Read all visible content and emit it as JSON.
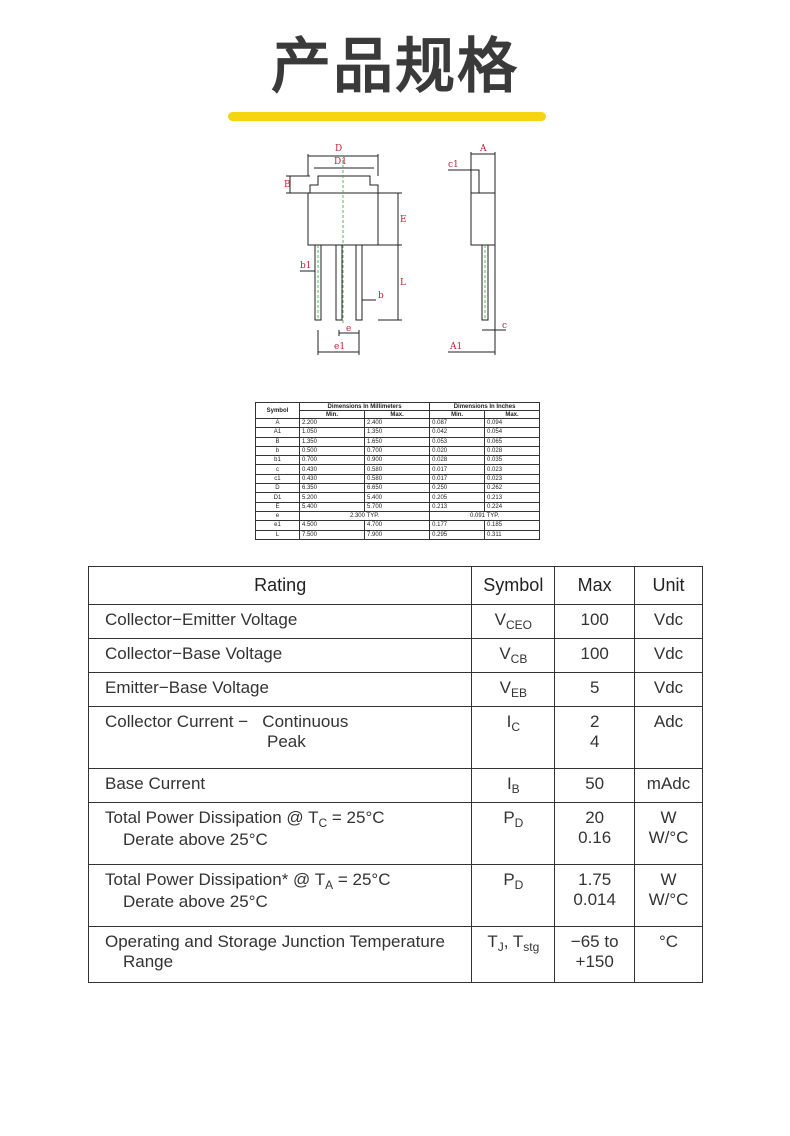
{
  "page": {
    "title": "产品规格",
    "accent_color": "#f5d410"
  },
  "drawing": {
    "labels": {
      "D": "D",
      "D1": "D1",
      "B": "B",
      "E": "E",
      "b1": "b1",
      "b": "b",
      "L": "L",
      "e": "e",
      "e1": "e1",
      "c1": "c1",
      "A": "A",
      "c": "c",
      "A1": "A1"
    },
    "label_color": "#c0203a"
  },
  "dimensions_table": {
    "header": {
      "symbol": "Symbol",
      "mm": "Dimensions In Millimeters",
      "inch": "Dimensions In Inches",
      "min": "Min.",
      "max": "Max."
    },
    "rows": [
      {
        "symbol": "A",
        "mm_min": "2.200",
        "mm_max": "2.400",
        "in_min": "0.087",
        "in_max": "0.094"
      },
      {
        "symbol": "A1",
        "mm_min": "1.050",
        "mm_max": "1.350",
        "in_min": "0.042",
        "in_max": "0.054"
      },
      {
        "symbol": "B",
        "mm_min": "1.350",
        "mm_max": "1.650",
        "in_min": "0.053",
        "in_max": "0.065"
      },
      {
        "symbol": "b",
        "mm_min": "0.500",
        "mm_max": "0.700",
        "in_min": "0.020",
        "in_max": "0.028"
      },
      {
        "symbol": "b1",
        "mm_min": "0.700",
        "mm_max": "0.900",
        "in_min": "0.028",
        "in_max": "0.035"
      },
      {
        "symbol": "c",
        "mm_min": "0.430",
        "mm_max": "0.580",
        "in_min": "0.017",
        "in_max": "0.023"
      },
      {
        "symbol": "c1",
        "mm_min": "0.430",
        "mm_max": "0.580",
        "in_min": "0.017",
        "in_max": "0.023"
      },
      {
        "symbol": "D",
        "mm_min": "6.350",
        "mm_max": "6.650",
        "in_min": "0.250",
        "in_max": "0.262"
      },
      {
        "symbol": "D1",
        "mm_min": "5.200",
        "mm_max": "5.400",
        "in_min": "0.205",
        "in_max": "0.213"
      },
      {
        "symbol": "E",
        "mm_min": "5.400",
        "mm_max": "5.700",
        "in_min": "0.213",
        "in_max": "0.224"
      },
      {
        "symbol": "e",
        "mm_typ": "2.300 TYP.",
        "in_typ": "0.091 TYP."
      },
      {
        "symbol": "e1",
        "mm_min": "4.500",
        "mm_max": "4.700",
        "in_min": "0.177",
        "in_max": "0.185"
      },
      {
        "symbol": "L",
        "mm_min": "7.500",
        "mm_max": "7.900",
        "in_min": "0.295",
        "in_max": "0.311"
      }
    ]
  },
  "ratings_table": {
    "headers": {
      "rating": "Rating",
      "symbol": "Symbol",
      "max": "Max",
      "unit": "Unit"
    },
    "rows": [
      {
        "rating": "Collector−Emitter Voltage",
        "sym_main": "V",
        "sym_sub": "CEO",
        "max": "100",
        "unit": "Vdc"
      },
      {
        "rating": "Collector−Base Voltage",
        "sym_main": "V",
        "sym_sub": "CB",
        "max": "100",
        "unit": "Vdc"
      },
      {
        "rating": "Emitter−Base Voltage",
        "sym_main": "V",
        "sym_sub": "EB",
        "max": "5",
        "unit": "Vdc"
      },
      {
        "rating": "Collector Current −   Continuous",
        "rating2": "Peak",
        "sym_main": "I",
        "sym_sub": "C",
        "max": "2",
        "max2": "4",
        "unit": "Adc"
      },
      {
        "rating": "Base Current",
        "sym_main": "I",
        "sym_sub": "B",
        "max": "50",
        "unit": "mAdc"
      },
      {
        "rating_pre": "Total Power Dissipation @ T",
        "rating_sub": "C",
        "rating_post": " = 25°C",
        "rating2": "Derate above 25°C",
        "sym_main": "P",
        "sym_sub": "D",
        "max": "20",
        "max2": "0.16",
        "unit": "W",
        "unit2": "W/°C"
      },
      {
        "rating_pre": "Total Power Dissipation* @ T",
        "rating_sub": "A",
        "rating_post": " = 25°C",
        "rating2": "Derate above 25°C",
        "sym_main": "P",
        "sym_sub": "D",
        "max": "1.75",
        "max2": "0.014",
        "unit": "W",
        "unit2": "W/°C"
      },
      {
        "rating": "Operating and Storage Junction Temperature",
        "rating2": "Range",
        "sym_a": "T",
        "sym_a_sub": "J",
        "sym_sep": ", T",
        "sym_b_sub": "stg",
        "max": "−65 to",
        "max2": "+150",
        "unit": "°C"
      }
    ]
  }
}
